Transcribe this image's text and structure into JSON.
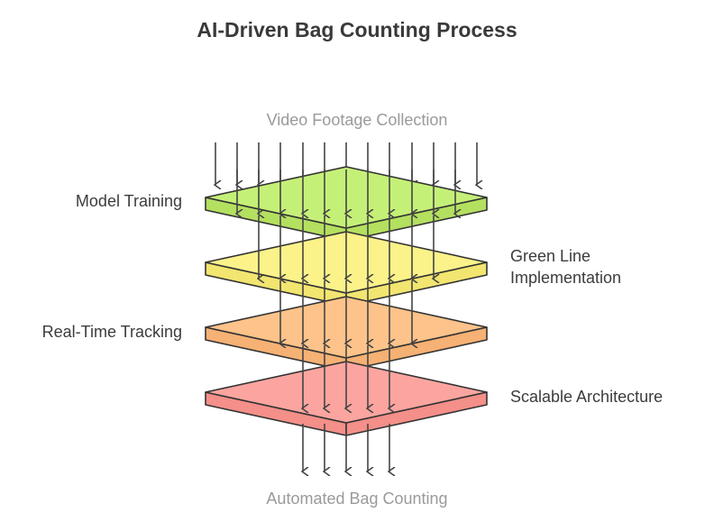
{
  "title": "AI-Driven Bag Counting Process",
  "input_label": "Video Footage Collection",
  "output_label": "Automated Bag Counting",
  "layers": [
    {
      "label": "Model Training",
      "side": "left",
      "top_color": "#c5f078",
      "side_color": "#b4e060"
    },
    {
      "label": "Green Line\nImplementation",
      "side": "right",
      "top_color": "#fcf28a",
      "side_color": "#f2e570"
    },
    {
      "label": "Real-Time Tracking",
      "side": "left",
      "top_color": "#fdc38a",
      "side_color": "#f6b174"
    },
    {
      "label": "Scalable Architecture",
      "side": "right",
      "top_color": "#fca5a0",
      "side_color": "#f48f89"
    }
  ],
  "colors": {
    "stroke": "#333333",
    "arrow": "#444444"
  }
}
